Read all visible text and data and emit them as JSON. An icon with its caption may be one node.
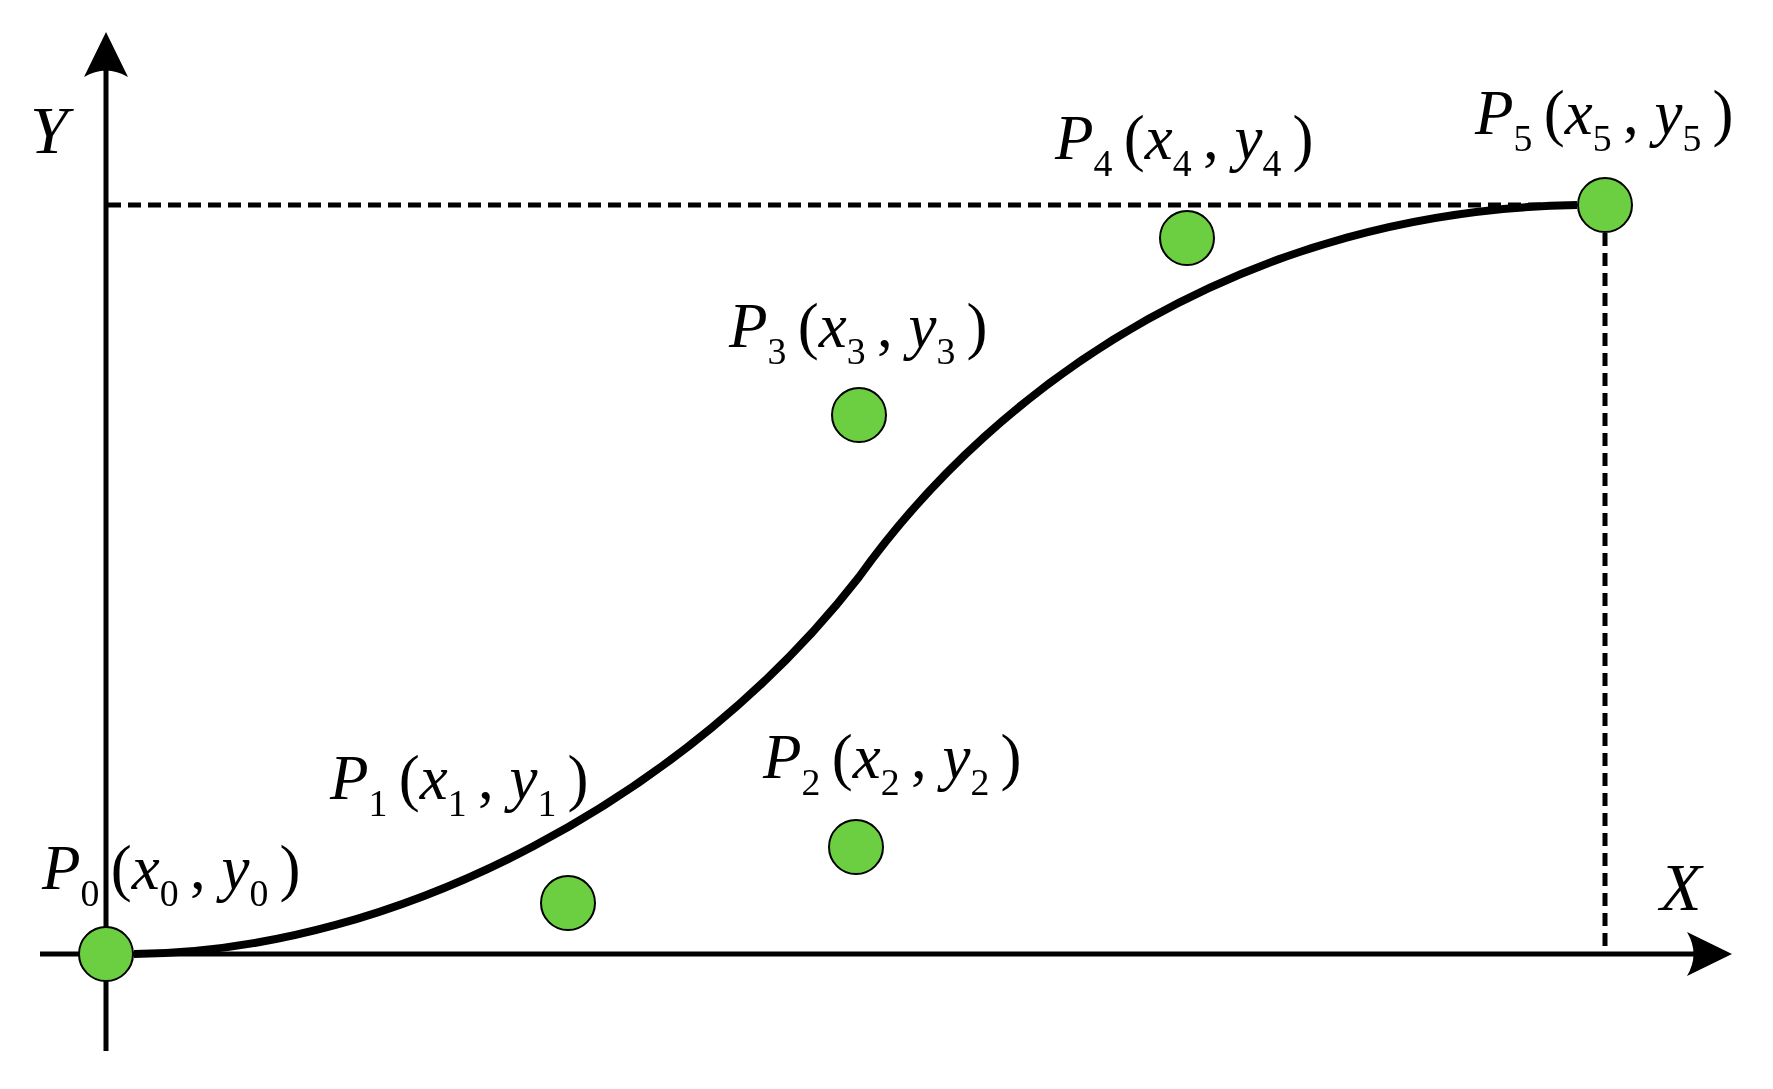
{
  "diagram": {
    "nodes": [
      {
        "text": [],
        "shape": "circle",
        "beside": [
          "*P*$_{0}$(*x*$_{0}$, *y*$_{0}$)"
        ]
      },
      {
        "text": [],
        "shape": "circle",
        "beside": [
          "*P*$_{1}$(*x*$_{1}$, *y*$_{1}$)"
        ]
      },
      {
        "text": [],
        "shape": "circle",
        "beside": [
          "*P*$_{2}$(*x*$_{2}$, *y*$_{2}$)"
        ]
      },
      {
        "text": [],
        "shape": "circle",
        "beside": [
          "*P*$_{3}$(*x*$_{3}$, *y*$_{3}$)"
        ]
      },
      {
        "text": [],
        "shape": "circle",
        "beside": [
          "*P*$_{4}$(*x*$_{4}$, *y*$_{4}$)"
        ]
      },
      {
        "text": [],
        "shape": "circle",
        "beside": [
          "*P*$_{5}$(*x*$_{5}$, *y*$_{5}$)"
        ]
      }
    ],
    "edges": [
      {
        "from": 0,
        "to": 5,
        "arrow": "none"
      }
    ],
    "labels": [
      "Y",
      "X"
    ]
  }
}
